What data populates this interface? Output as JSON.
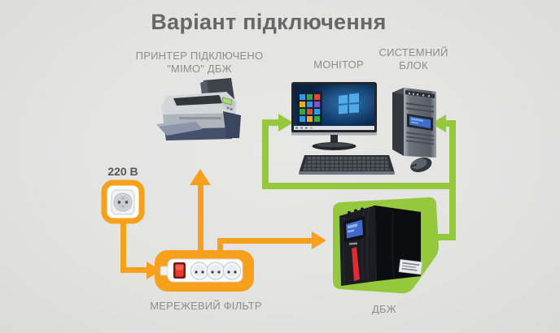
{
  "title": "Варіант підключення",
  "labels": {
    "printer_line1": "ПРИНТЕР ПІДКЛЮЧЕНО",
    "printer_line2": "\"МІМО\" ДБЖ",
    "monitor": "МОНІТОР",
    "system_block_line1": "СИСТЕМНИЙ",
    "system_block_line2": "БЛОК",
    "voltage": "220 В",
    "power_strip": "МЕРЕЖЕВИЙ ФІЛЬТР",
    "ups": "ДБЖ"
  },
  "colors": {
    "background": "#E3E3E2",
    "accent_orange": "#F6A01B",
    "accent_green": "#95C83D",
    "title_text": "#676767",
    "label_text": "#8D8D8D",
    "voltage_text": "#54555A",
    "ups_stripe_red": "#E02B33",
    "strip_switch_red": "#E8392B",
    "lcd_blue": "#4068C8"
  },
  "icons": [
    "printer-icon",
    "monitor-icon",
    "keyboard-icon",
    "system-block-icon",
    "mouse-icon",
    "wall-outlet-icon",
    "power-strip-icon",
    "ups-icon"
  ],
  "connections": [
    {
      "from": "wall-outlet-220v",
      "to": "power-strip",
      "color": "orange"
    },
    {
      "from": "power-strip",
      "to": "printer",
      "color": "orange"
    },
    {
      "from": "power-strip",
      "to": "ups",
      "color": "orange"
    },
    {
      "from": "ups",
      "to": "monitor",
      "color": "green"
    },
    {
      "from": "ups",
      "to": "system-block",
      "color": "green"
    }
  ]
}
